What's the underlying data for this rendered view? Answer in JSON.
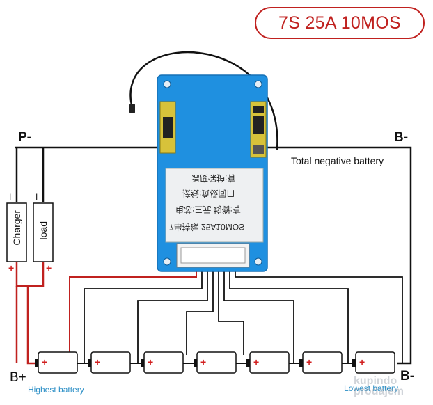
{
  "title": "7S 25A 10MOS",
  "terminals": {
    "p_minus": "P-",
    "b_minus_top": "B-",
    "b_minus_bottom": "B-",
    "b_plus": "B+"
  },
  "annotations": {
    "total_negative": "Total negative battery",
    "highest": "Highest battery",
    "lowest": "Lowest battery"
  },
  "devices": {
    "charger": "Charger",
    "load": "load",
    "minus": "I",
    "plus": "+"
  },
  "board_label_lines": [
    "7串持续 25A10MOS",
    "电芯:三元  均衡:有",
    "接线:负极同口",
    "温度保护:有"
  ],
  "battery_plus": "+",
  "battery_count": 7,
  "watermark": [
    "kupindo",
    "prodajem"
  ],
  "colors": {
    "title_red": "#c0211f",
    "board_blue": "#1f90e0",
    "wire_red": "#c0211f",
    "wire_black": "#111111",
    "note_blue": "#2c8fc6"
  }
}
